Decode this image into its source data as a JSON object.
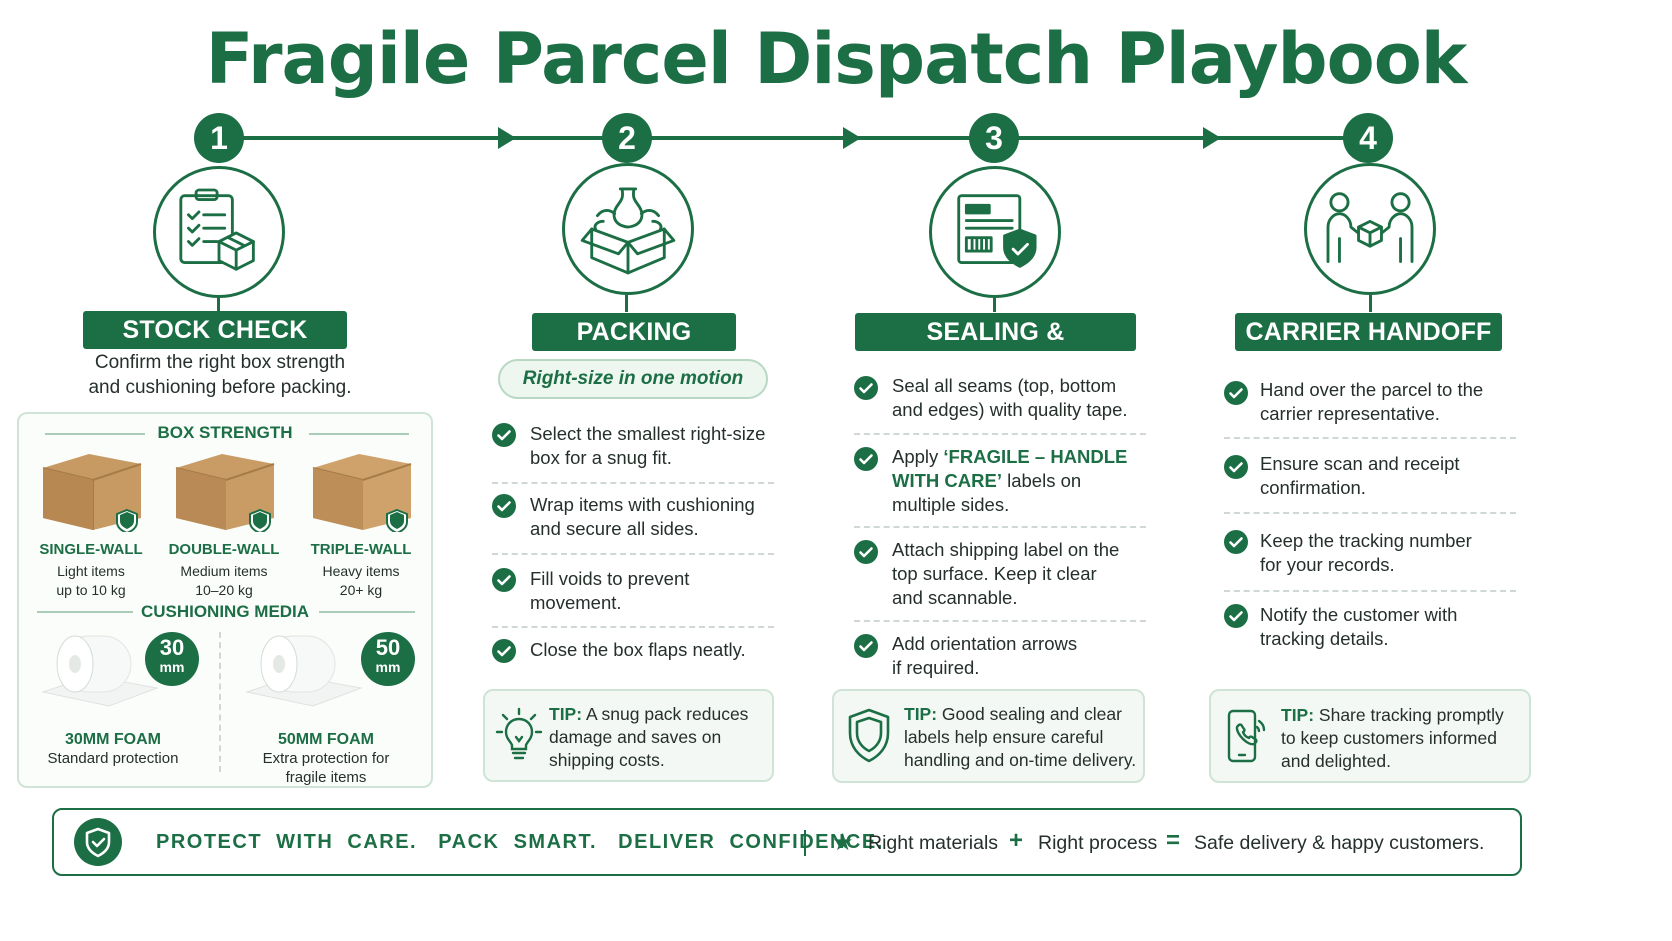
{
  "title": "Fragile Parcel Dispatch Playbook",
  "colors": {
    "primary": "#1c6e45",
    "tip_bg": "#f3f8f4",
    "panel_border": "#cfe3d6"
  },
  "steps": [
    {
      "number": "1",
      "label": "STOCK CHECK",
      "icon": "clipboard-box-icon"
    },
    {
      "number": "2",
      "label": "PACKING",
      "icon": "vase-in-box-icon"
    },
    {
      "number": "3",
      "label": "SEALING & LABELLING",
      "icon": "label-shield-icon"
    },
    {
      "number": "4",
      "label": "CARRIER HANDOFF",
      "icon": "handoff-people-icon"
    }
  ],
  "stock_check": {
    "description": [
      "Confirm the right box strength",
      "and cushioning before packing."
    ],
    "box_strength_title": "BOX STRENGTH",
    "boxes": [
      {
        "name": "SINGLE-WALL",
        "line1": "Light items",
        "line2": "up to 10 kg"
      },
      {
        "name": "DOUBLE-WALL",
        "line1": "Medium items",
        "line2": "10–20 kg"
      },
      {
        "name": "TRIPLE-WALL",
        "line1": "Heavy items",
        "line2": "20+ kg"
      }
    ],
    "cushioning_title": "CUSHIONING MEDIA",
    "foams": [
      {
        "badge_num": "30",
        "badge_unit": "mm",
        "name": "30MM FOAM",
        "line1": "Standard protection",
        "line2": ""
      },
      {
        "badge_num": "50",
        "badge_unit": "mm",
        "name": "50MM FOAM",
        "line1": "Extra protection for",
        "line2": "fragile items"
      }
    ]
  },
  "packing": {
    "pill": "Right-size in one motion",
    "items": [
      [
        "Select the smallest right-size",
        "box for a snug fit."
      ],
      [
        "Wrap items with cushioning",
        "and secure all sides."
      ],
      [
        "Fill voids to prevent",
        "movement."
      ],
      [
        "Close the box flaps neatly."
      ]
    ],
    "tip_label": "TIP:",
    "tip_lines": [
      " A snug pack reduces",
      "damage and saves on",
      "shipping costs."
    ]
  },
  "sealing": {
    "item1": [
      "Seal all seams (top, bottom",
      "and edges) with quality tape."
    ],
    "item2_prefix": "Apply ",
    "item2_hl1": "‘FRAGILE – HANDLE",
    "item2_hl2": "WITH CARE’",
    "item2_suffix": " labels on",
    "item2_line3": "multiple sides.",
    "item3": [
      "Attach shipping label on the",
      "top surface. Keep it clear",
      "and scannable."
    ],
    "item4": [
      "Add orientation arrows",
      "if required."
    ],
    "tip_label": "TIP:",
    "tip_lines": [
      " Good sealing and clear",
      "labels help ensure careful",
      "handling and on-time delivery."
    ]
  },
  "handoff": {
    "items": [
      [
        "Hand over the parcel to the",
        "carrier representative."
      ],
      [
        "Ensure scan and receipt",
        "confirmation."
      ],
      [
        "Keep the tracking number",
        "for your records."
      ],
      [
        "Notify the customer with",
        "tracking details."
      ]
    ],
    "tip_label": "TIP:",
    "tip_lines": [
      " Share tracking promptly",
      "to keep customers informed",
      "and delighted."
    ]
  },
  "footer": {
    "motto": "PROTECT  WITH  CARE.   PACK  SMART.   DELIVER  CONFIDENCE.",
    "star": "★",
    "materials": "Right materials",
    "plus": "+",
    "process": "Right process",
    "equals": "=",
    "result": "Safe delivery & happy customers."
  }
}
